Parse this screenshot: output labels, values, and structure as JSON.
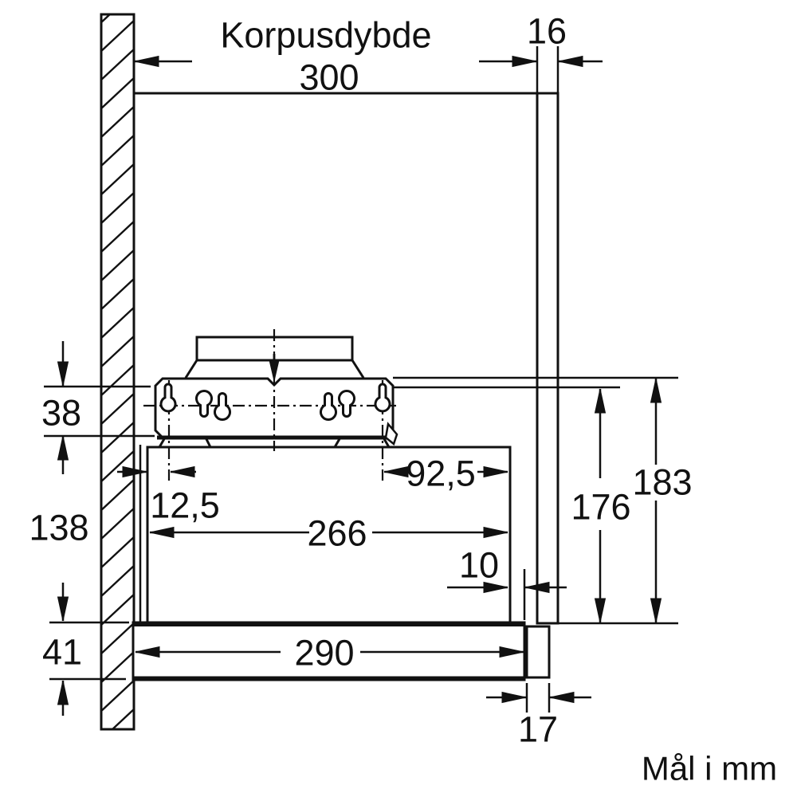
{
  "diagram": {
    "title": "Korpusdybde",
    "note": "Mål i mm",
    "dims": {
      "cabinet_depth": "300",
      "panel_thickness": "16",
      "top_clearance": "38",
      "body_height": "138",
      "visor_height": "41",
      "hole_offset_back": "12,5",
      "hole_offset_front": "92,5",
      "body_depth": "266",
      "front_gap": "10",
      "visor_depth": "290",
      "handle_depth": "17",
      "height_inner": "176",
      "height_total": "183"
    }
  }
}
